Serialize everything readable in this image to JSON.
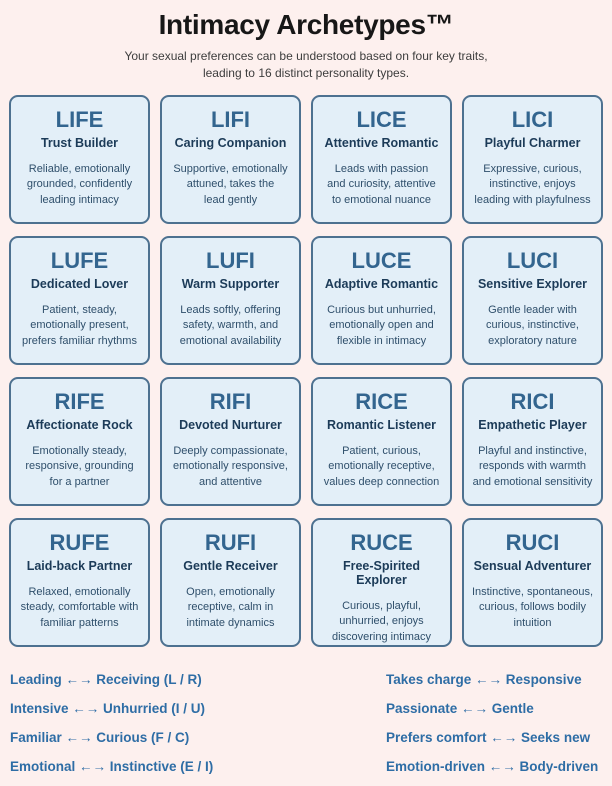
{
  "header": {
    "title": "Intimacy Archetypes™",
    "subtitle": "Your sexual preferences can be understood based on four key traits,\nleading to 16 distinct personality types."
  },
  "cards": [
    {
      "code": "LIFE",
      "name": "Trust Builder",
      "description": "Reliable, emotionally\ngrounded, confidently\nleading intimacy"
    },
    {
      "code": "LIFI",
      "name": "Caring Companion",
      "description": "Supportive, emotionally\nattuned, takes the\nlead gently"
    },
    {
      "code": "LICE",
      "name": "Attentive Romantic",
      "description": "Leads with passion\nand curiosity, attentive\nto emotional nuance"
    },
    {
      "code": "LICI",
      "name": "Playful Charmer",
      "description": "Expressive, curious,\ninstinctive, enjoys\nleading with playfulness"
    },
    {
      "code": "LUFE",
      "name": "Dedicated Lover",
      "description": "Patient, steady,\nemotionally present,\nprefers familiar rhythms"
    },
    {
      "code": "LUFI",
      "name": "Warm Supporter",
      "description": "Leads softly, offering\nsafety, warmth, and\nemotional availability"
    },
    {
      "code": "LUCE",
      "name": "Adaptive Romantic",
      "description": "Curious but unhurried,\nemotionally open and\nflexible in intimacy"
    },
    {
      "code": "LUCI",
      "name": "Sensitive Explorer",
      "description": "Gentle leader with\ncurious, instinctive,\nexploratory nature"
    },
    {
      "code": "RIFE",
      "name": "Affectionate Rock",
      "description": "Emotionally steady,\nresponsive, grounding\nfor a partner"
    },
    {
      "code": "RIFI",
      "name": "Devoted Nurturer",
      "description": "Deeply compassionate,\nemotionally responsive,\nand attentive"
    },
    {
      "code": "RICE",
      "name": "Romantic Listener",
      "description": "Patient, curious,\nemotionally receptive,\nvalues deep connection"
    },
    {
      "code": "RICI",
      "name": "Empathetic Player",
      "description": "Playful and instinctive,\nresponds with warmth\nand emotional sensitivity"
    },
    {
      "code": "RUFE",
      "name": "Laid-back Partner",
      "description": "Relaxed, emotionally\nsteady, comfortable with\nfamiliar patterns"
    },
    {
      "code": "RUFI",
      "name": "Gentle Receiver",
      "description": "Open, emotionally\nreceptive, calm in\nintimate dynamics"
    },
    {
      "code": "RUCE",
      "name": "Free-Spirited Explorer",
      "description": "Curious, playful,\nunhurried, enjoys\ndiscovering intimacy"
    },
    {
      "code": "RUCI",
      "name": "Sensual Adventurer",
      "description": "Instinctive, spontaneous,\ncurious, follows bodily\nintuition"
    }
  ],
  "legend": {
    "left": [
      "Leading ←→ Receiving (L / R)",
      "Intensive ←→ Unhurried (I / U)",
      "Familiar ←→ Curious (F / C)",
      "Emotional ←→ Instinctive (E / I)"
    ],
    "right": [
      "Takes charge ←→ Responsive",
      "Passionate ←→ Gentle",
      "Prefers comfort ←→ Seeks new",
      "Emotion-driven ←→ Body-driven"
    ]
  },
  "colors": {
    "page-bg": "#fdf0ee",
    "card-bg": "#e3eff8",
    "card-border": "#4d7190",
    "code-color": "#33658f",
    "name-color": "#1c3b58",
    "desc-color": "#2f4f6b",
    "legend-color": "#2e6da5",
    "title-color": "#171717",
    "subtitle-color": "#3d3d3d"
  }
}
